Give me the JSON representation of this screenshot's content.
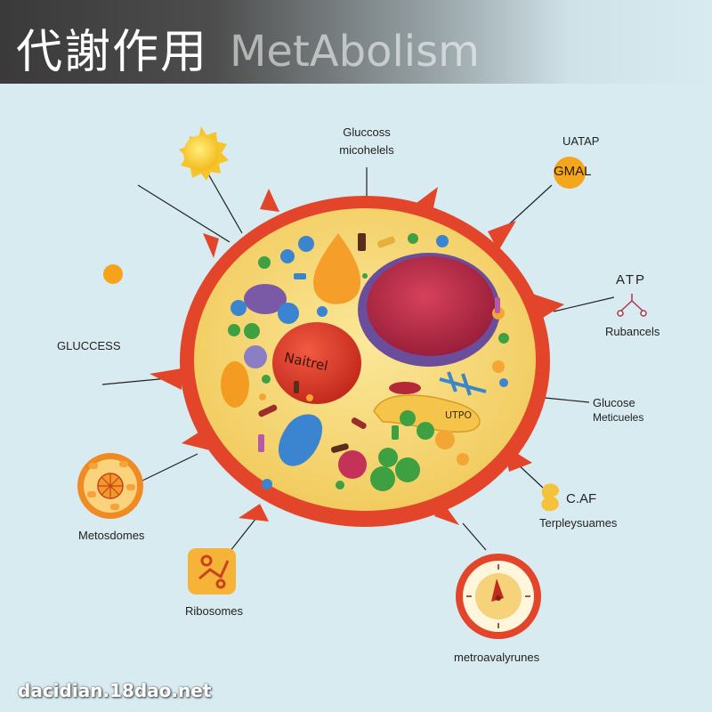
{
  "header": {
    "title_zh": "代謝作用",
    "title_en": "MetAbolism"
  },
  "labels": {
    "glucose_top_1": "Gluccoss",
    "glucose_top_2": "micohelels",
    "uatap": "UATAP",
    "gmal": "GMAL",
    "atp": "ATP",
    "rubancels": "Rubancels",
    "glucess_left": "GLUCCESS",
    "glucose_right_1": "Glucose",
    "glucose_right_2": "Meticueles",
    "caf": "C.AF",
    "terpleysuames": "Terpleysuames",
    "metosdomes": "Metosdomes",
    "ribosomes": "Ribosomes",
    "metroavalyrunes": "metroavalyrunes",
    "nucleus_text": "Naitrel",
    "mito_text": "UTPO"
  },
  "watermark": "dacidian.18dao.net",
  "colors": {
    "background": "#d8ebf0",
    "membrane": "#e2452a",
    "cytoplasm": "#f5d978",
    "nucleus": "#bd2c4a",
    "nucleus_ring": "#6b4e9b",
    "sun": "#f7c932"
  },
  "icons": [
    "sun-icon",
    "atp-branch-icon",
    "enzyme-icon",
    "clock-icon",
    "capsule-icon"
  ]
}
